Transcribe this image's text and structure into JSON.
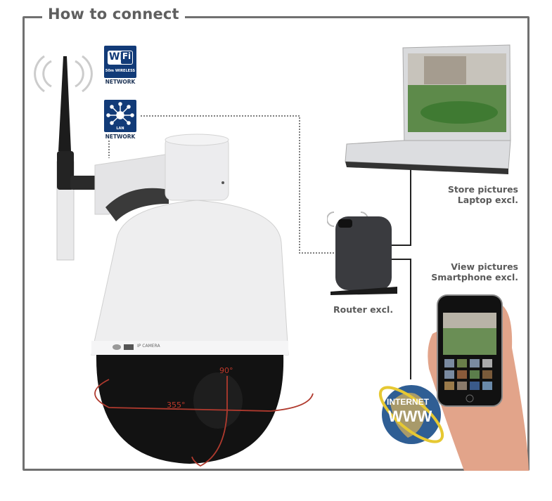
{
  "header": {
    "title": "How to connect"
  },
  "badges": {
    "wifi": {
      "logo_left": "Wi",
      "logo_right": "Fi",
      "subtext": "50m WIRELESS",
      "caption": "NETWORK"
    },
    "lan": {
      "subtext": "LAN",
      "caption": "NETWORK"
    }
  },
  "devices": {
    "camera": {
      "model_label": "IP CAMERA",
      "tilt_angle": "90°",
      "pan_angle": "355°"
    },
    "router": {
      "label": "Router excl."
    },
    "laptop": {
      "label_line1": "Store pictures",
      "label_line2": "Laptop excl."
    },
    "smartphone": {
      "label_line1": "View pictures",
      "label_line2": "Smartphone excl."
    },
    "internet": {
      "line1": "INTERNET",
      "line2": "WWW"
    }
  },
  "colors": {
    "frame": "#707070",
    "title": "#5f5f5f",
    "badge_blue": "#123b78",
    "angle_red": "#c0392b",
    "dome_dark": "#121212",
    "globe_ring": "#e6c832"
  }
}
